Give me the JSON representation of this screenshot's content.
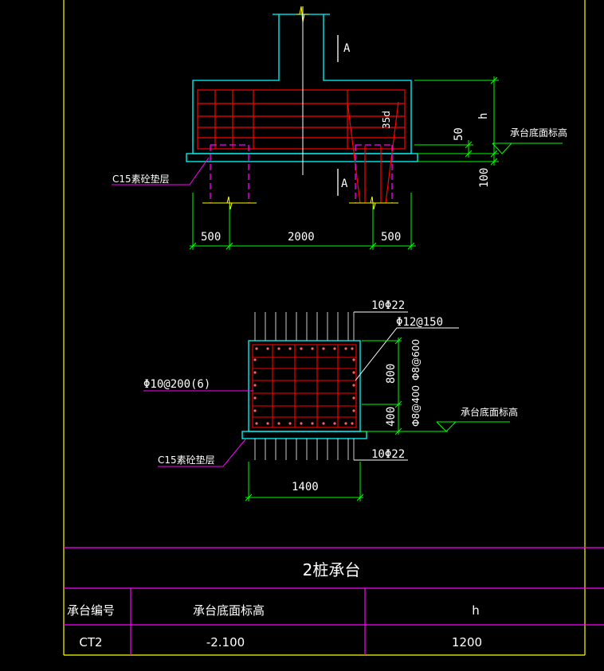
{
  "colors": {
    "background": "#000000",
    "frame": "#ffff00",
    "concrete": "#00ffff",
    "rebar": "#ff0000",
    "dimension": "#00ff00",
    "pile": "#ff00ff",
    "leader": "#ff00ff",
    "table": "#ff00ff",
    "text": "#ffffff",
    "axis": "#ffffff"
  },
  "elevation": {
    "section_mark": "A",
    "anchorage_label": "35d",
    "dim_h": "h",
    "dim_50": "50",
    "dim_100": "100",
    "bottom_elev_label": "承台底面标高",
    "bedding_label": "C15素砼垫层",
    "dims_bottom": [
      "500",
      "2000",
      "500"
    ]
  },
  "section": {
    "top_bar_label": "10Φ22",
    "stirrup_label": "Φ12@150",
    "side_bar_label": "Φ10@200(6)",
    "bottom_bar_label": "10Φ22",
    "dim_800": "800",
    "dim_400": "400",
    "spacing_upper": "Φ8@600",
    "spacing_lower": "Φ8@400",
    "bottom_elev_label": "承台底面标高",
    "bedding_label": "C15素砼垫层",
    "width_label": "1400"
  },
  "table": {
    "title": "2桩承台",
    "headers": [
      "承台编号",
      "承台底面标高",
      "h"
    ],
    "rows": [
      [
        "CT2",
        "-2.100",
        "1200"
      ]
    ]
  }
}
